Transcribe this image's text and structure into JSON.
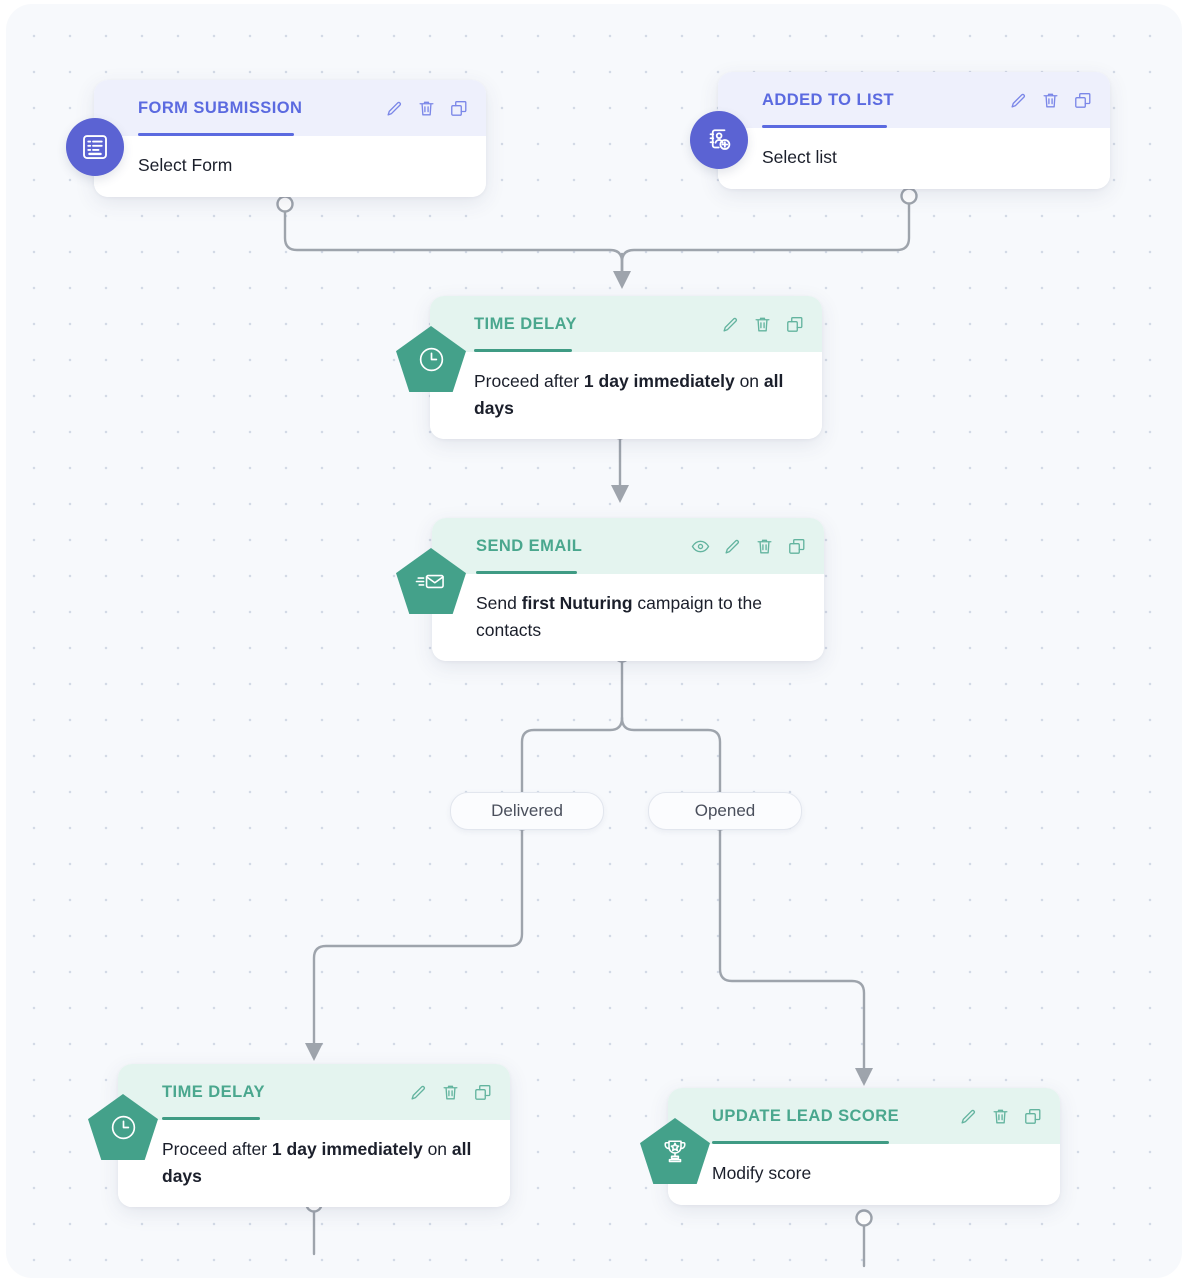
{
  "canvas": {
    "background_color": "#f7f9fc",
    "grid_dot_color": "#d3dae6"
  },
  "theme": {
    "trigger_accent": "#5b6ae0",
    "trigger_head_bg": "#eef0fc",
    "trigger_badge_bg": "#5b63d3",
    "action_accent": "#3f9b84",
    "action_head_bg": "#e4f4ef",
    "action_badge_bg": "#44a18a",
    "wire_color": "#9ea4ac"
  },
  "nodes": [
    {
      "id": "form-submission",
      "kind": "trigger",
      "title": "FORM SUBMISSION",
      "body": "Select Form",
      "icon": "form-icon",
      "actions": [
        "edit-icon",
        "delete-icon",
        "duplicate-icon"
      ]
    },
    {
      "id": "added-to-list",
      "kind": "trigger",
      "title": "ADDED TO LIST",
      "body": "Select list",
      "icon": "add-contact-icon",
      "actions": [
        "edit-icon",
        "delete-icon",
        "duplicate-icon"
      ]
    },
    {
      "id": "time-delay-1",
      "kind": "action",
      "title": "TIME DELAY",
      "body_parts": [
        {
          "text": "Proceed after ",
          "bold": false
        },
        {
          "text": "1 day immediately",
          "bold": true
        },
        {
          "text": " on ",
          "bold": false
        },
        {
          "text": "all days",
          "bold": true
        }
      ],
      "icon": "clock-icon",
      "actions": [
        "edit-icon",
        "delete-icon",
        "duplicate-icon"
      ]
    },
    {
      "id": "send-email",
      "kind": "action",
      "title": "SEND EMAIL",
      "body_parts": [
        {
          "text": "Send ",
          "bold": false
        },
        {
          "text": "first Nuturing",
          "bold": true
        },
        {
          "text": " campaign to the contacts",
          "bold": false
        }
      ],
      "icon": "send-email-icon",
      "actions": [
        "preview-icon",
        "edit-icon",
        "delete-icon",
        "duplicate-icon"
      ]
    },
    {
      "id": "time-delay-2",
      "kind": "action",
      "title": "TIME DELAY",
      "body_parts": [
        {
          "text": "Proceed after ",
          "bold": false
        },
        {
          "text": "1 day immediately",
          "bold": true
        },
        {
          "text": " on ",
          "bold": false
        },
        {
          "text": "all days",
          "bold": true
        }
      ],
      "icon": "clock-icon",
      "actions": [
        "edit-icon",
        "delete-icon",
        "duplicate-icon"
      ]
    },
    {
      "id": "update-lead-score",
      "kind": "action",
      "title": "UPDATE LEAD SCORE",
      "body": "Modify score",
      "icon": "trophy-icon",
      "actions": [
        "edit-icon",
        "delete-icon",
        "duplicate-icon"
      ]
    }
  ],
  "branches": [
    {
      "id": "branch-delivered",
      "label": "Delivered"
    },
    {
      "id": "branch-opened",
      "label": "Opened"
    }
  ],
  "text": {
    "form_submission_title": "FORM SUBMISSION",
    "form_submission_body": "Select Form",
    "added_to_list_title": "ADDED TO LIST",
    "added_to_list_body": "Select list",
    "time_delay_title": "TIME DELAY",
    "time_delay_plain_1": "Proceed after ",
    "time_delay_bold_1": "1 day immediately",
    "time_delay_plain_2": " on ",
    "time_delay_bold_2": "all days",
    "send_email_title": "SEND EMAIL",
    "send_email_plain_1": "Send ",
    "send_email_bold_1": "first Nuturing",
    "send_email_plain_2": " campaign to the contacts",
    "update_lead_score_title": "UPDATE LEAD SCORE",
    "update_lead_score_body": "Modify score",
    "branch_delivered": "Delivered",
    "branch_opened": "Opened"
  }
}
